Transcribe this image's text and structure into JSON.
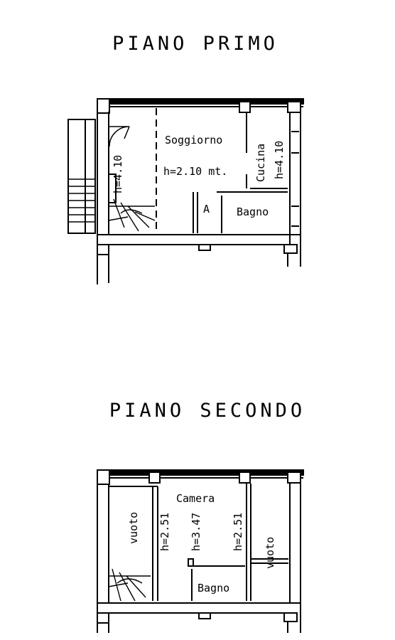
{
  "floors": [
    {
      "title": "PIANO PRIMO",
      "rooms": [
        {
          "name": "Soggiorno",
          "height": "h=2.10 mt."
        },
        {
          "name": "Cucina",
          "height": "h=4.10"
        },
        {
          "name": "Bagno"
        }
      ],
      "stair_height": "h=4.10",
      "marker": "A"
    },
    {
      "title": "PIANO SECONDO",
      "rooms": [
        {
          "name": "Camera"
        },
        {
          "name": "Bagno"
        },
        {
          "name": "vuoto",
          "height": "h=2.51"
        },
        {
          "name": "vuoto"
        }
      ],
      "center_height": "h=3.47",
      "right_height": "h=2.51"
    }
  ]
}
